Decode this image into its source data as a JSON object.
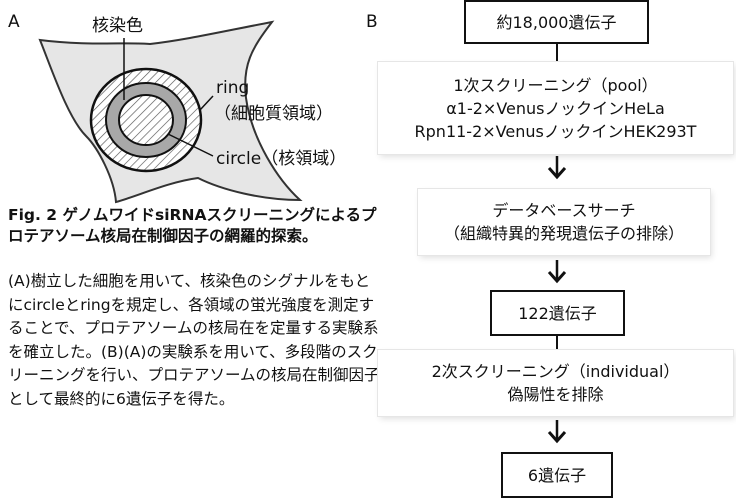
{
  "panel_a": {
    "label": "A",
    "nuclear_stain_label": "核染色",
    "ring_label_line1": "ring",
    "ring_label_line2": "（細胞質領域）",
    "circle_label": "circle（核領域）"
  },
  "caption": {
    "title": "Fig. 2 ゲノムワイドsiRNAスクリーニングによるプロテアソーム核局在制御因子の網羅的探索。",
    "body": "(A)樹立した細胞を用いて、核染色のシグナルをもとにcircleとringを規定し、各領域の蛍光強度を測定することで、プロテアソームの核局在を定量する実験系を確立した。(B)(A)の実験系を用いて、多段階のスクリーニングを行い、プロテアソームの核局在制御因子として最終的に6遺伝子を得た。"
  },
  "panel_b": {
    "label": "B",
    "step1": "約18,000遺伝子",
    "step2_line1": "1次スクリーニング（pool）",
    "step2_line2": "α1-2×VenusノックインHeLa",
    "step2_line3": "Rpn11-2×VenusノックインHEK293T",
    "step3_line1": "データベースサーチ",
    "step3_line2": "（組織特異的発現遺伝子の排除）",
    "step4": "122遺伝子",
    "step5_line1": "2次スクリーニング（individual）",
    "step5_line2": "偽陽性を排除",
    "step6": "6遺伝子"
  }
}
